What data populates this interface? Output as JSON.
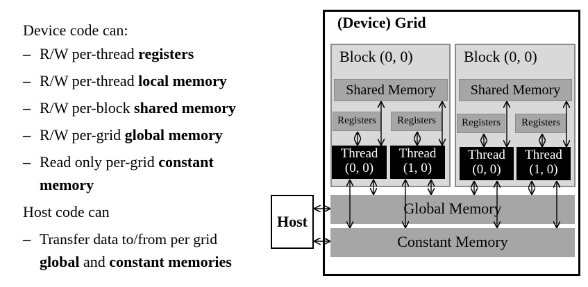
{
  "device_section": {
    "heading": "Device code can:",
    "items": [
      {
        "pre": "R/W per-thread ",
        "bold": "registers",
        "post": ""
      },
      {
        "pre": "R/W per-thread ",
        "bold": "local memory",
        "post": ""
      },
      {
        "pre": "R/W per-block ",
        "bold": "shared memory",
        "post": ""
      },
      {
        "pre": "R/W per-grid ",
        "bold": "global memory",
        "post": ""
      },
      {
        "pre": "Read only per-grid ",
        "bold": "constant",
        "line2": "memory"
      }
    ]
  },
  "host_section": {
    "heading": "Host code can",
    "item": {
      "line1": "Transfer data to/from per grid",
      "bold1": "global",
      "and": " and ",
      "bold2": "constant memories"
    }
  },
  "bullet": "–",
  "diagram": {
    "grid_title": "(Device) Grid",
    "blocks": [
      {
        "title": "Block (0, 0)",
        "shared": "Shared Memory",
        "registers": [
          "Registers",
          "Registers"
        ],
        "threads": [
          {
            "line1": "Thread",
            "line2": "(0, 0)"
          },
          {
            "line1": "Thread",
            "line2": "(1, 0)"
          }
        ]
      },
      {
        "title": "Block (0, 0)",
        "shared": "Shared Memory",
        "registers": [
          "Registers",
          "Registers"
        ],
        "threads": [
          {
            "line1": "Thread",
            "line2": "(0, 0)"
          },
          {
            "line1": "Thread",
            "line2": "(1, 0)"
          }
        ]
      }
    ],
    "global_memory": "Global Memory",
    "constant_memory": "Constant Memory",
    "host": "Host"
  }
}
